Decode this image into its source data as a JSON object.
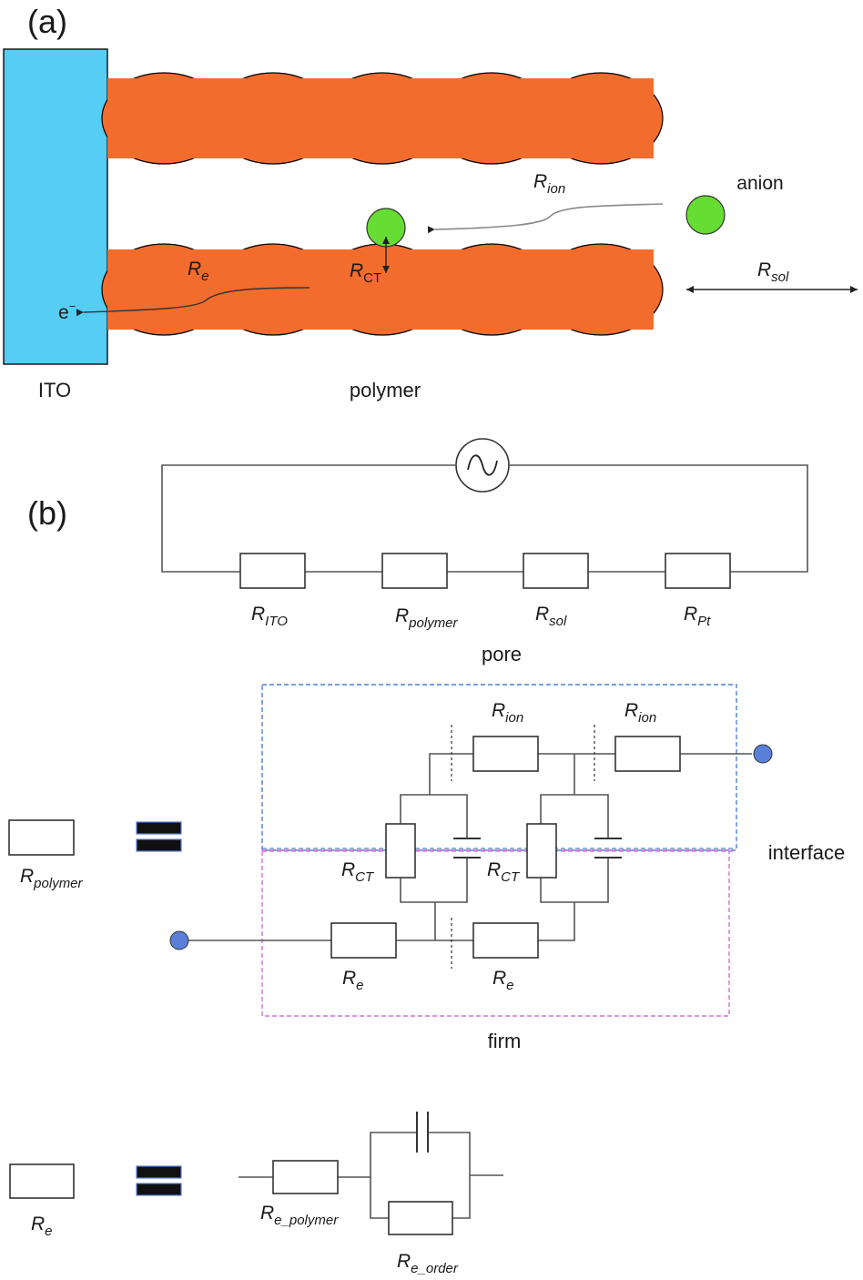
{
  "panel_a": {
    "label": "(a)",
    "ito": "ITO",
    "polymer": "polymer",
    "anion": "anion",
    "electron": "e",
    "electron_sup": "−",
    "r_ion": {
      "main": "R",
      "sub": "ion"
    },
    "r_e": {
      "main": "R",
      "sub": "e"
    },
    "r_ct": {
      "main": "R",
      "sub": "CT"
    },
    "r_sol": {
      "main": "R",
      "sub": "sol"
    }
  },
  "panel_b": {
    "label": "(b)",
    "series": [
      {
        "main": "R",
        "sub": "ITO"
      },
      {
        "main": "R",
        "sub": "polymer"
      },
      {
        "main": "R",
        "sub": "sol"
      },
      {
        "main": "R",
        "sub": "Pt"
      }
    ],
    "pore": "pore",
    "interface": "interface",
    "firm": "firm",
    "rpolymer_def": {
      "main": "R",
      "sub": "polymer"
    },
    "ion_top": [
      {
        "main": "R",
        "sub": "ion"
      },
      {
        "main": "R",
        "sub": "ion"
      }
    ],
    "ct": [
      {
        "main": "R",
        "sub": "CT"
      },
      {
        "main": "R",
        "sub": "CT"
      }
    ],
    "e_bottom": [
      {
        "main": "R",
        "sub": "e"
      },
      {
        "main": "R",
        "sub": "e"
      }
    ],
    "re_def": {
      "main": "R",
      "sub": "e"
    },
    "re_polymer": {
      "main": "R",
      "sub": "e_polymer"
    },
    "re_order": {
      "main": "R",
      "sub": "e_order"
    }
  },
  "colors": {
    "ito": "#55cdf4",
    "polymer": "#f26c2d",
    "anion": "#66dd33",
    "pore_box": "#4f7fd0",
    "firm_box": "#d270d8",
    "terminal": "#5a7fd8",
    "equals": "#111111"
  }
}
